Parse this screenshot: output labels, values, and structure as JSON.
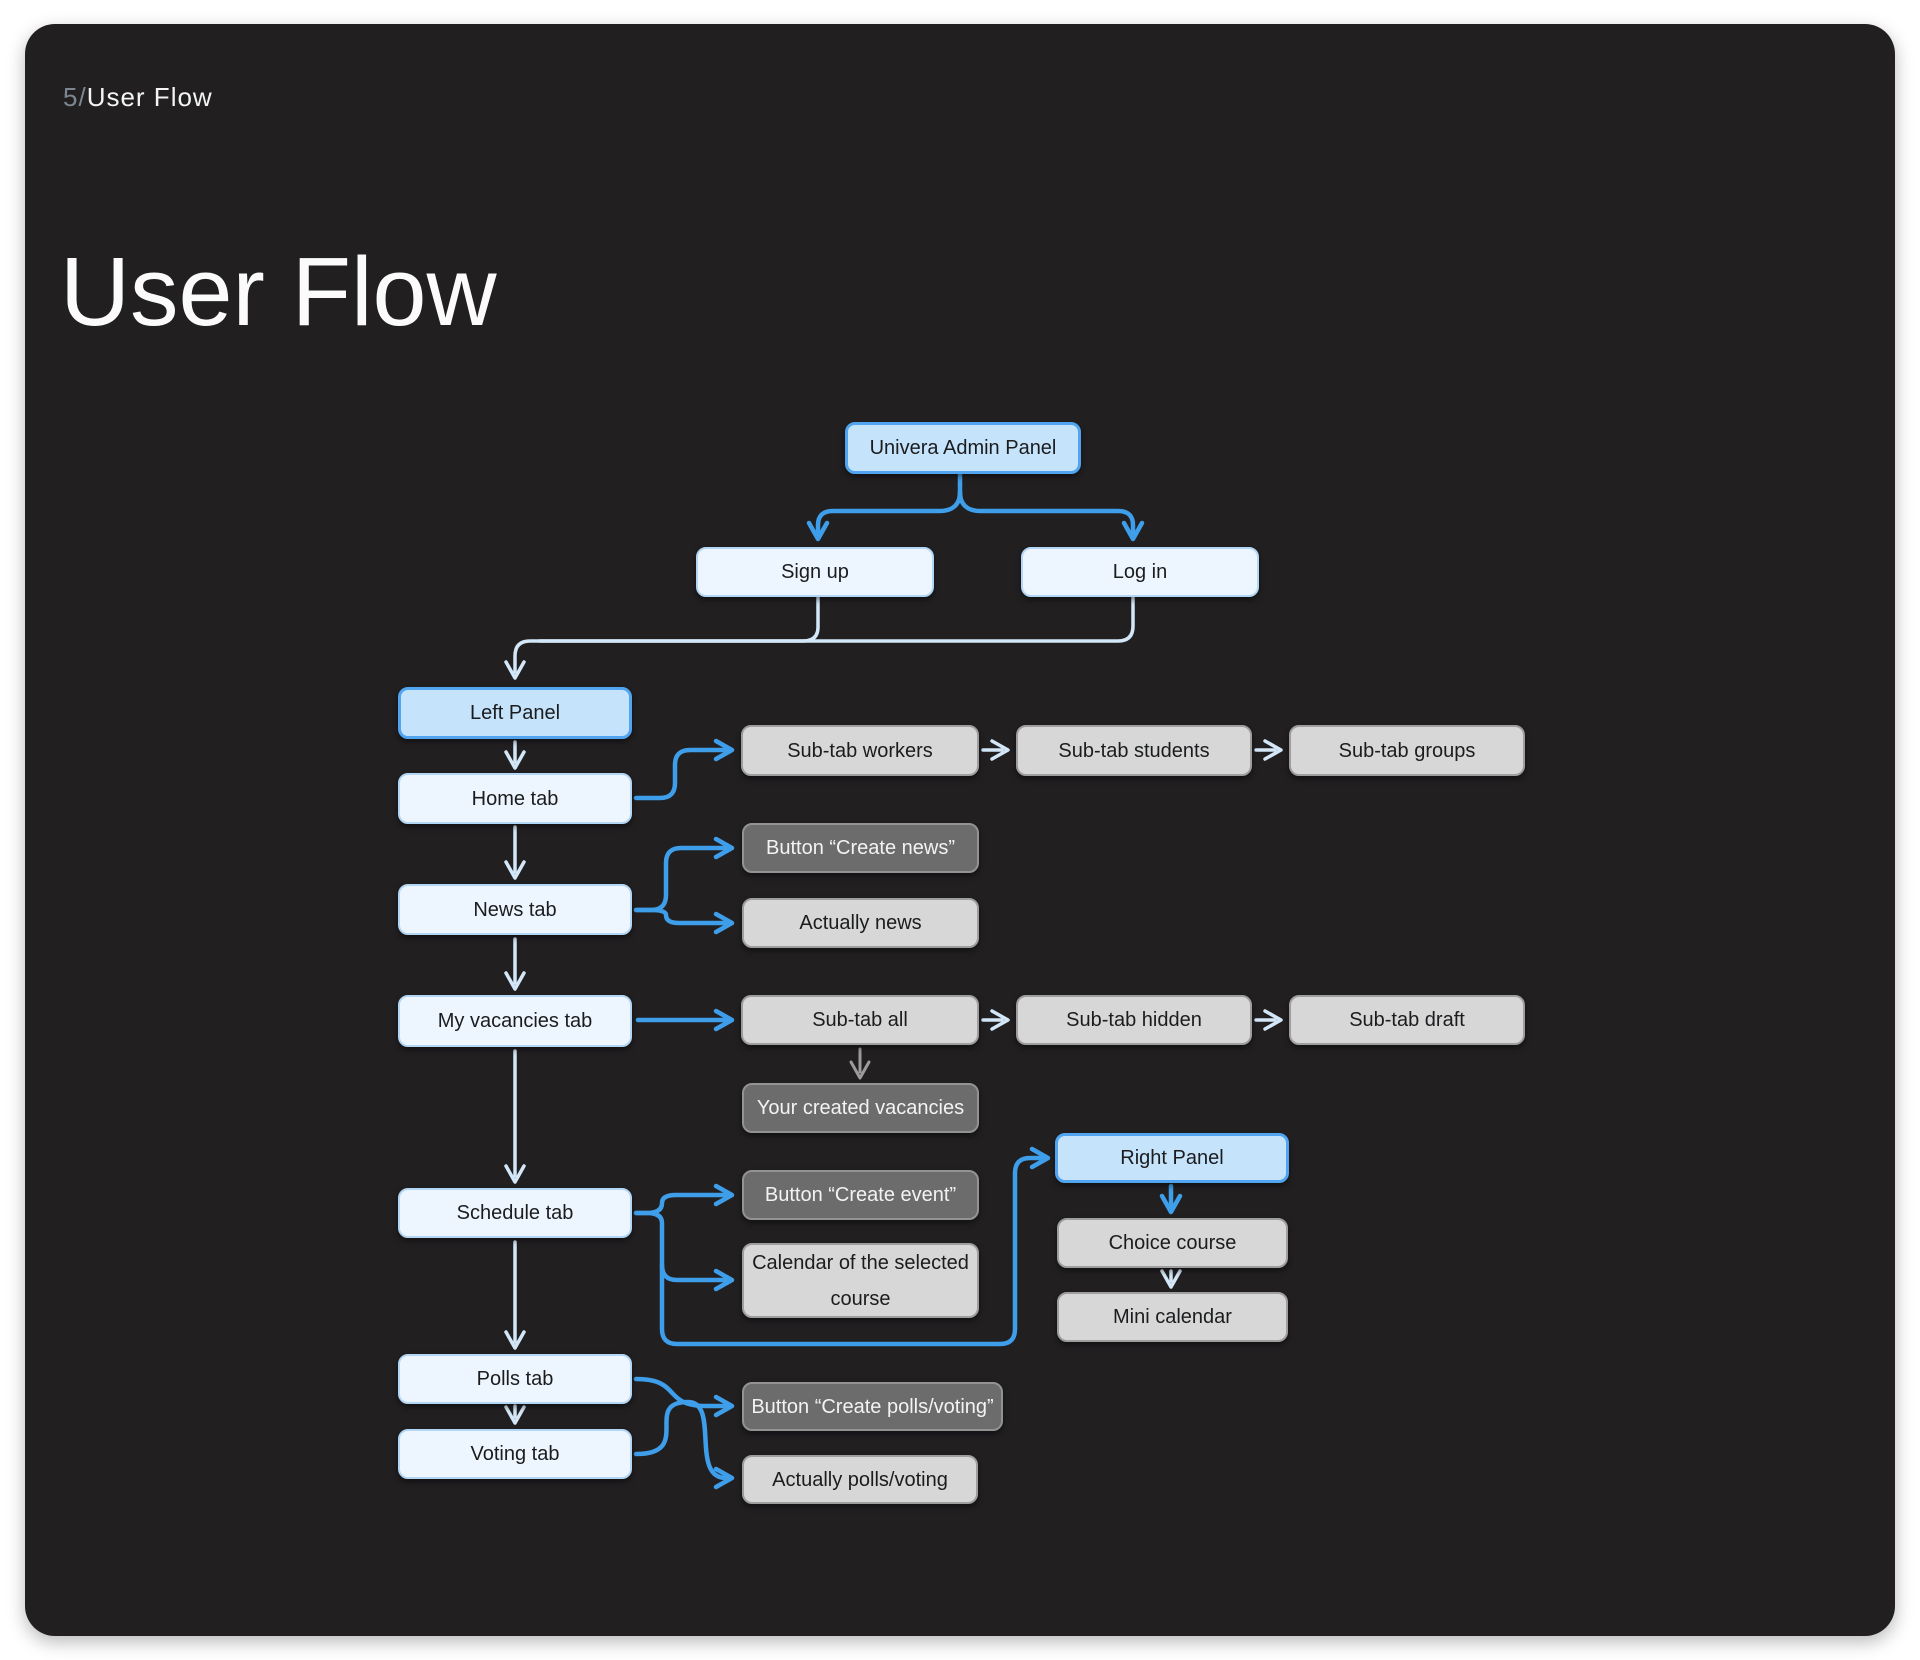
{
  "page": {
    "breadcrumb": {
      "number": "5/",
      "label": "User Flow"
    },
    "title": "User Flow"
  },
  "colors": {
    "page_bg": "#FFFFFF",
    "panel_bg": "#211F20",
    "tab_fill": "#EDF6FE",
    "tab_border": "#B3D6F5",
    "highlight_fill": "#C6E3FC",
    "highlight_border": "#51A5F0",
    "gray_fill": "#D7D7D7",
    "gray_border": "#9E9E9E",
    "darkgray_fill": "#6C6C6C",
    "darkgray_border": "#939393",
    "connector_blue": "#3F9EEA",
    "connector_light": "#D3E7F8",
    "connector_gray": "#9C9C9C"
  },
  "flowchart": {
    "nodes": [
      {
        "id": "univera-admin-panel",
        "label": "Univera Admin Panel",
        "style": "highlight"
      },
      {
        "id": "sign-up",
        "label": "Sign up",
        "style": "tab"
      },
      {
        "id": "log-in",
        "label": "Log in",
        "style": "tab"
      },
      {
        "id": "left-panel",
        "label": "Left Panel",
        "style": "highlight"
      },
      {
        "id": "home-tab",
        "label": "Home tab",
        "style": "tab"
      },
      {
        "id": "news-tab",
        "label": "News tab",
        "style": "tab"
      },
      {
        "id": "my-vacancies-tab",
        "label": "My vacancies tab",
        "style": "tab"
      },
      {
        "id": "schedule-tab",
        "label": "Schedule tab",
        "style": "tab"
      },
      {
        "id": "polls-tab",
        "label": "Polls tab",
        "style": "tab"
      },
      {
        "id": "voting-tab",
        "label": "Voting tab",
        "style": "tab"
      },
      {
        "id": "sub-tab-workers",
        "label": "Sub-tab workers",
        "style": "gray"
      },
      {
        "id": "sub-tab-students",
        "label": "Sub-tab students",
        "style": "gray"
      },
      {
        "id": "sub-tab-groups",
        "label": "Sub-tab groups",
        "style": "gray"
      },
      {
        "id": "button-create-news",
        "label": "Button “Create news”",
        "style": "dark"
      },
      {
        "id": "actually-news",
        "label": "Actually news",
        "style": "gray"
      },
      {
        "id": "sub-tab-all",
        "label": "Sub-tab all",
        "style": "gray"
      },
      {
        "id": "sub-tab-hidden",
        "label": "Sub-tab hidden",
        "style": "gray"
      },
      {
        "id": "sub-tab-draft",
        "label": "Sub-tab draft",
        "style": "gray"
      },
      {
        "id": "your-created-vacancies",
        "label": "Your created vacancies",
        "style": "dark"
      },
      {
        "id": "button-create-event",
        "label": "Button “Create event”",
        "style": "dark"
      },
      {
        "id": "calendar-selected-course",
        "label": "Calendar of the selected course",
        "style": "gray"
      },
      {
        "id": "right-panel",
        "label": "Right Panel",
        "style": "highlight"
      },
      {
        "id": "choice-course",
        "label": "Choice course",
        "style": "gray"
      },
      {
        "id": "mini-calendar",
        "label": "Mini calendar",
        "style": "gray"
      },
      {
        "id": "button-create-polls-voting",
        "label": "Button “Create polls/voting”",
        "style": "dark"
      },
      {
        "id": "actually-polls-voting",
        "label": "Actually polls/voting",
        "style": "gray"
      }
    ]
  }
}
